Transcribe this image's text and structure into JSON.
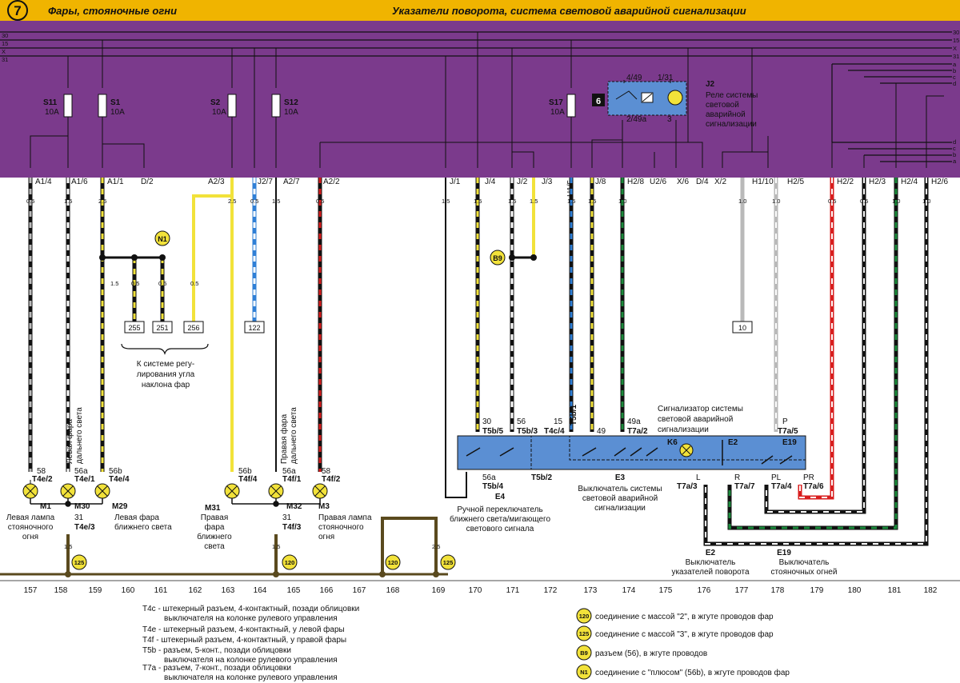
{
  "header": {
    "page_no": "7",
    "title_left": "Фары, стояночные огни",
    "title_right": "Указатели поворота, система световой аварийной сигнализации"
  },
  "bus": {
    "left_labels": [
      "30",
      "15",
      "X",
      "31"
    ],
    "right_top_labels": [
      "30",
      "15",
      "X",
      "31",
      "a",
      "b",
      "c",
      "d"
    ],
    "right_bottom_labels": [
      "d",
      "c",
      "b",
      "a"
    ]
  },
  "fuses": [
    {
      "name": "S11",
      "rating": "10A"
    },
    {
      "name": "S1",
      "rating": "10A"
    },
    {
      "name": "S2",
      "rating": "10A"
    },
    {
      "name": "S12",
      "rating": "10A"
    },
    {
      "name": "S17",
      "rating": "10A"
    }
  ],
  "relay": {
    "box_no": "6",
    "pin_top_left": "4/49",
    "pin_top_right": "1/31",
    "pin_bottom_left": "2/49a",
    "pin_bottom_right": "3",
    "name": "J2",
    "desc": [
      "Реле системы",
      "световой",
      "аварийной",
      "сигнализации"
    ]
  },
  "connectors": [
    "A1/4",
    "A1/6",
    "A1/1",
    "D/2",
    "A2/3",
    "J2/7",
    "A2/7",
    "A2/2",
    "J/1",
    "J/4",
    "J/2",
    "J/3",
    "H1/5",
    "J/8",
    "H2/8",
    "U2/6",
    "X/6",
    "D/4",
    "X/2",
    "H1/10",
    "H2/5",
    "H2/2",
    "H2/3",
    "H2/4",
    "H2/6"
  ],
  "wire_sizes": [
    "0.5",
    "1.5",
    "2.5",
    "2.5",
    "0.5",
    "1.5",
    "0.5",
    "1.5",
    "1.5",
    "1.5",
    "1.5",
    "1.5",
    "1.5",
    "1.0",
    "1.0",
    "1.0",
    "0.5",
    "0.5",
    "1.0",
    "1.0"
  ],
  "n1": {
    "label": "N1",
    "sizes": [
      "1.5",
      "0.5",
      "0.5",
      "0.5"
    ],
    "refs": [
      "255",
      "251",
      "256",
      "122"
    ],
    "caption": [
      "К системе регу-",
      "лирования угла",
      "наклона фар"
    ]
  },
  "b9": {
    "label": "B9"
  },
  "ref_10": "10",
  "lamps": {
    "m1": {
      "name": "M1",
      "desc": [
        "Левая лампа",
        "стояночного",
        "огня"
      ],
      "pin_top": "58",
      "conn_top": "T4e/2"
    },
    "m30": {
      "name": "M30",
      "desc": [
        "Левая фара",
        "дальнего света"
      ],
      "pin_top": "56a",
      "conn_top": "T4e/1",
      "pin_bottom": "31",
      "conn_bottom": "T4e/3"
    },
    "m29": {
      "name": "M29",
      "desc": [
        "Левая фара",
        "ближнего света"
      ],
      "pin_top": "56b",
      "conn_top": "T4e/4"
    },
    "m31": {
      "name": "M31",
      "desc": [
        "Правая",
        "фара",
        "ближнего",
        "света"
      ],
      "pin_top": "56b",
      "conn_top": "T4f/4"
    },
    "m32": {
      "name": "M32",
      "desc": [
        "Правая фара",
        "дальнего света"
      ],
      "pin_top": "56a",
      "conn_top": "T4f/1",
      "pin_bottom": "31",
      "conn_bottom": "T4f/3"
    },
    "m3": {
      "name": "M3",
      "desc": [
        "Правая лампа",
        "стояночного",
        "огня"
      ],
      "pin_top": "58",
      "conn_top": "T4f/2"
    }
  },
  "switch_block": {
    "pins_top": [
      {
        "pin": "30",
        "conn": "T5b/5"
      },
      {
        "pin": "56",
        "conn": "T5b/3"
      },
      {
        "pin": "15",
        "conn": "T4c/4"
      },
      {
        "pin": "49",
        "conn": ""
      },
      {
        "pin": "49a",
        "conn": "T7a/2"
      },
      {
        "pin": "P",
        "conn": "T7a/5"
      }
    ],
    "pin_x": "T4c/1",
    "pin_t5b1": "T5b/1",
    "k6": "K6",
    "e2": "E2",
    "e19": "E19",
    "signal_desc": [
      "Сигнализатор системы",
      "световой аварийной",
      "сигнализации"
    ],
    "pins_bottom": [
      {
        "pin": "56a",
        "conn": "T5b/4"
      },
      {
        "pin": "56b",
        "conn": "T5b/2"
      },
      {
        "pin": "L",
        "conn": "T7a/3"
      },
      {
        "pin": "R",
        "conn": "T7a/7"
      },
      {
        "pin": "PL",
        "conn": "T7a/4"
      },
      {
        "pin": "PR",
        "conn": "T7a/6"
      }
    ],
    "e4": {
      "name": "E4",
      "desc": [
        "Ручной переключатель",
        "ближнего света/мигающего",
        "светового сигнала"
      ]
    },
    "e3": {
      "name": "E3",
      "desc": [
        "Выключатель системы",
        "световой аварийной",
        "сигнализации"
      ]
    },
    "e2_desc": {
      "name": "E2",
      "desc": [
        "Выключатель",
        "указателей поворота"
      ]
    },
    "e19_desc": {
      "name": "E19",
      "desc": [
        "Выключатель",
        "стояночных огней"
      ]
    }
  },
  "grounds": [
    {
      "label": "125",
      "size": "1.5"
    },
    {
      "label": "120",
      "size": "1.5"
    },
    {
      "label": "120",
      "size": ""
    },
    {
      "label": "125",
      "size": "2.5"
    }
  ],
  "columns": [
    "157",
    "158",
    "159",
    "160",
    "161",
    "162",
    "163",
    "164",
    "165",
    "166",
    "167",
    "168",
    "169",
    "170",
    "171",
    "172",
    "173",
    "174",
    "175",
    "176",
    "177",
    "178",
    "179",
    "180",
    "181",
    "182"
  ],
  "legend_left": [
    "T4c - штекерный разъем, 4-контактный, позади облицовки",
    "выключателя на колонке рулевого управления",
    "T4e - штекерный разъем, 4-контактный, у левой фары",
    "T4f - штекерный разъем, 4-контактный, у правой фары",
    "T5b - разъем, 5-конт., позади облицовки",
    "выключателя на колонке рулевого управления",
    "T7a - разъем, 7-конт., позади облицовки",
    "выключателя на колонке рулевого управления"
  ],
  "legend_right": [
    {
      "badge": "120",
      "text": "соединение с массой \"2\", в жгуте проводов фар"
    },
    {
      "badge": "125",
      "text": "соединение с массой \"3\", в жгуте проводов фар"
    },
    {
      "badge": "B9",
      "text": "разъем (56), в жгуте проводов"
    },
    {
      "badge": "N1",
      "text": "соединение с \"плюсом\" (56b), в жгуте проводов фар"
    }
  ],
  "colors": {
    "header": "#f0b400",
    "bus": "#7b3a8c",
    "yellow": "#f2e23a",
    "red": "#d81e1e",
    "green": "#1a8a3a",
    "blue": "#2f7fd6",
    "grey": "#b9b9b9",
    "switch_blue": "#5b8fd3",
    "ground": "#5a4a1e"
  }
}
